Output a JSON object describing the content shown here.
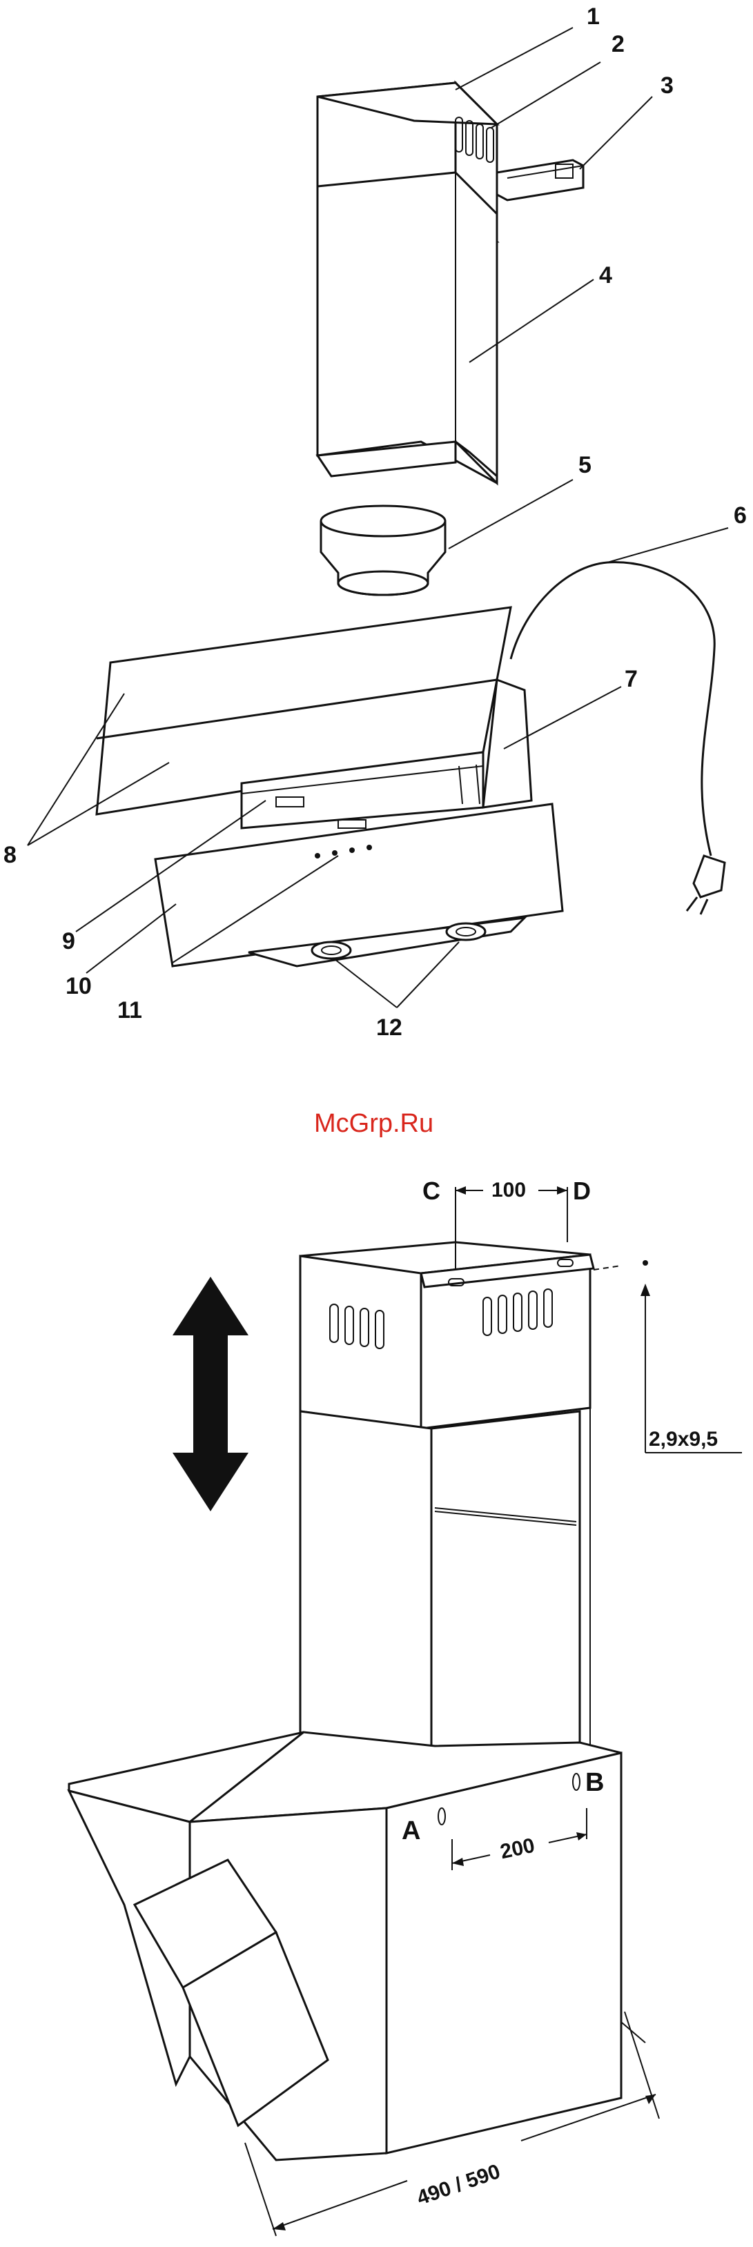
{
  "exploded_view": {
    "labels": [
      "1",
      "2",
      "3",
      "4",
      "5",
      "6",
      "7",
      "8",
      "9",
      "10",
      "11",
      "12"
    ]
  },
  "watermark": "McGrp.Ru",
  "installation_view": {
    "label_c": "C",
    "label_d": "D",
    "label_a": "A",
    "label_b": "B",
    "dim_cd": "100",
    "dim_ab": "200",
    "dim_screw": "2,9x9,5",
    "dim_depth": "490 / 590"
  }
}
